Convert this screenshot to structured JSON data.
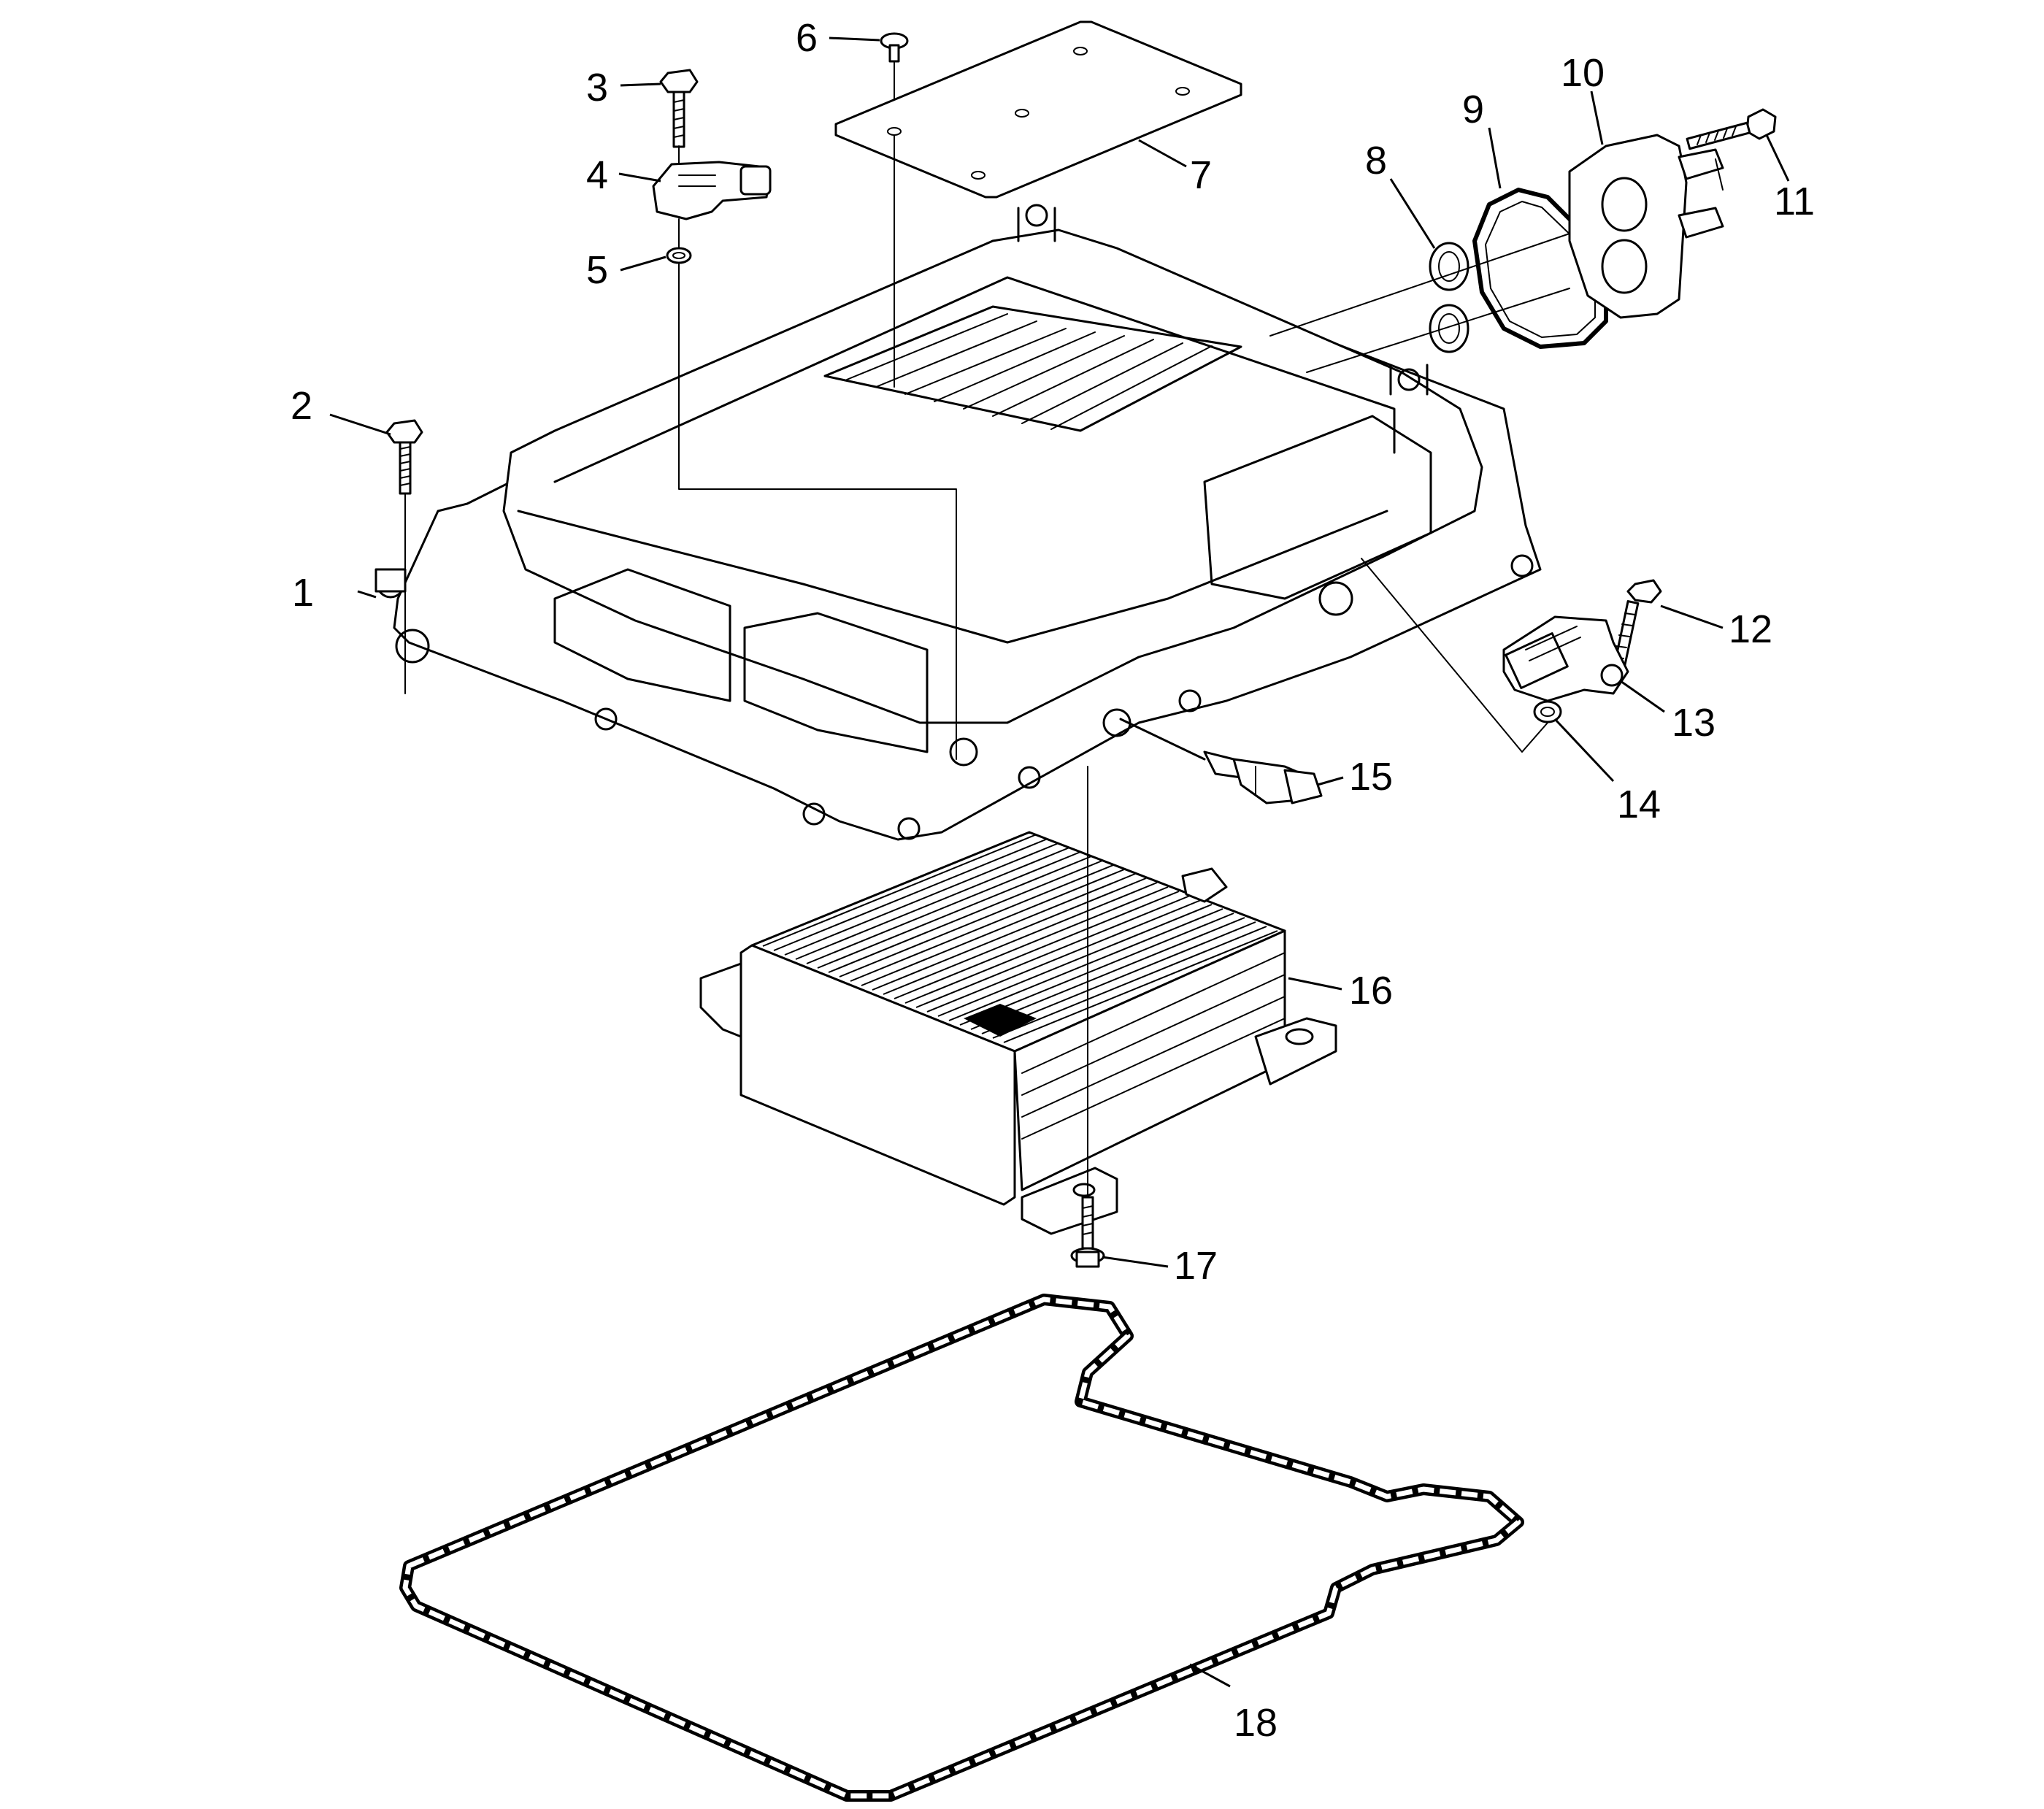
{
  "callouts": [
    {
      "number": "1"
    },
    {
      "number": "2"
    },
    {
      "number": "3"
    },
    {
      "number": "4"
    },
    {
      "number": "5"
    },
    {
      "number": "6"
    },
    {
      "number": "7"
    },
    {
      "number": "8"
    },
    {
      "number": "9"
    },
    {
      "number": "10"
    },
    {
      "number": "11"
    },
    {
      "number": "12"
    },
    {
      "number": "13"
    },
    {
      "number": "14"
    },
    {
      "number": "15"
    },
    {
      "number": "16"
    },
    {
      "number": "17"
    },
    {
      "number": "18"
    }
  ]
}
